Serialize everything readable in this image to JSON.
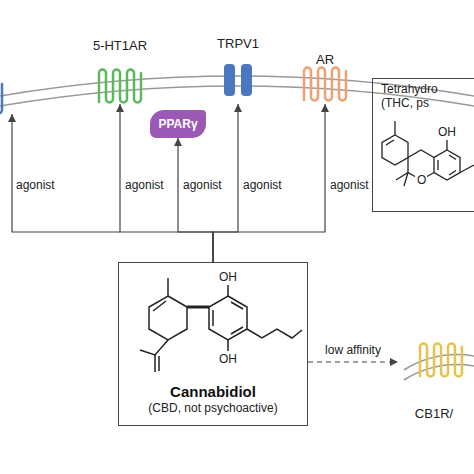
{
  "diagram": {
    "nodes": [
      {
        "text": [
          "5-HT1AR"
        ]
      },
      {
        "text": [
          "TRPV1"
        ]
      },
      {
        "text": [
          "PPARγ"
        ]
      },
      {
        "text": [
          "AR"
        ]
      },
      {
        "text": [
          "Tetrahydro",
          "(THC, ps"
        ]
      },
      {
        "text": [
          "Cannabidiol",
          "(CBD, not psychoactive)"
        ]
      },
      {
        "text": [
          "CB1R/"
        ]
      }
    ],
    "edges": [
      {
        "from": 5,
        "to": 0,
        "label": "agonist",
        "arrow": "to"
      },
      {
        "from": 5,
        "to": 2,
        "label": "agonist",
        "arrow": "to"
      },
      {
        "from": 5,
        "to": 1,
        "label": "agonist",
        "arrow": "to"
      },
      {
        "from": 5,
        "to": 3,
        "label": "agonist",
        "arrow": "to"
      },
      {
        "from": 5,
        "to": 6,
        "label": "low affinity",
        "arrow": "to"
      }
    ],
    "labels": [
      "agonist",
      "OH",
      "OH",
      "OH",
      "O"
    ]
  }
}
